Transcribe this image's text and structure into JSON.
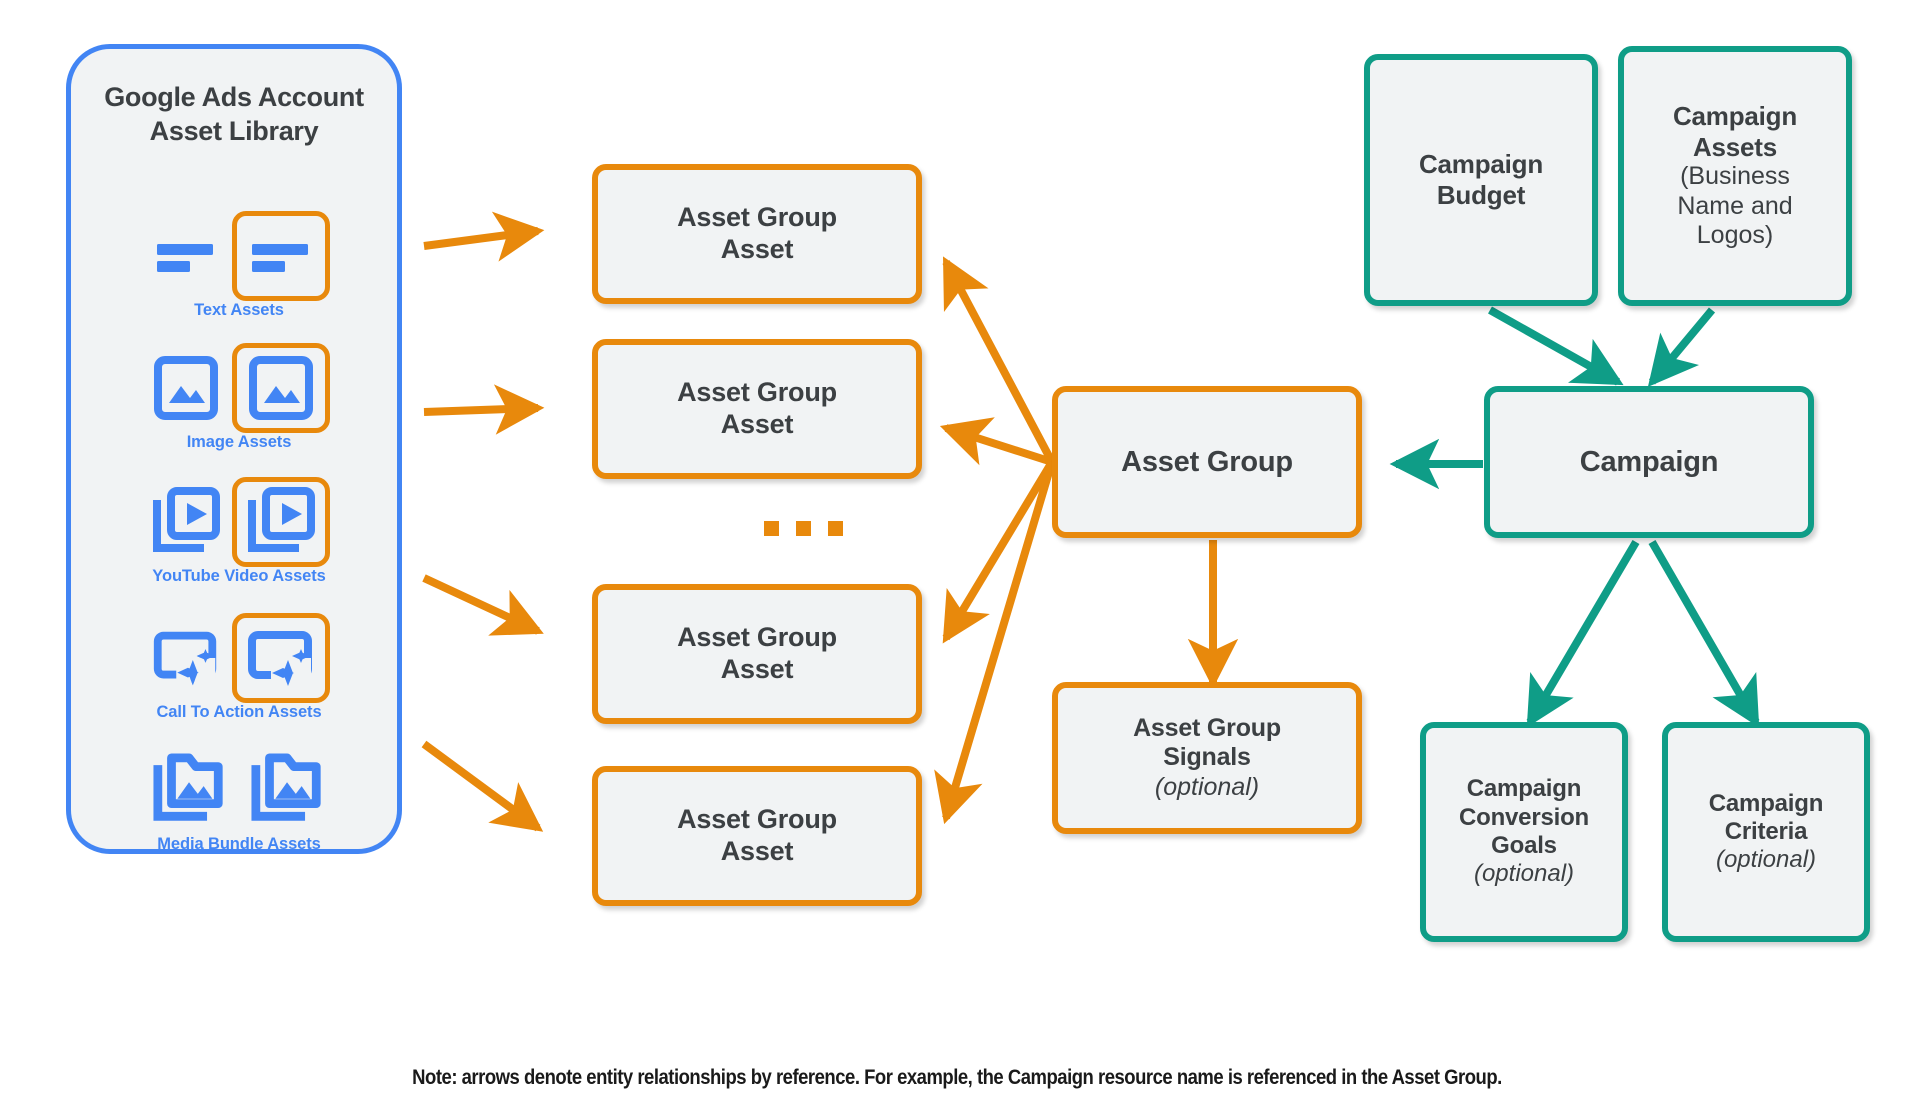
{
  "library": {
    "title_line1": "Google Ads Account",
    "title_line2": "Asset Library",
    "border_color": "#4285F4",
    "assets": [
      {
        "label": "Text Assets",
        "icon": "text-asset-icon"
      },
      {
        "label": "Image Assets",
        "icon": "image-asset-icon"
      },
      {
        "label": "YouTube Video  Assets",
        "icon": "youtube-video-asset-icon"
      },
      {
        "label": "Call To Action Assets",
        "icon": "call-to-action-asset-icon"
      },
      {
        "label": "Media Bundle  Assets",
        "icon": "media-bundle-asset-icon"
      }
    ]
  },
  "asset_group_assets": [
    {
      "line1": "Asset Group",
      "line2": "Asset"
    },
    {
      "line1": "Asset Group",
      "line2": "Asset"
    },
    {
      "line1": "Asset Group",
      "line2": "Asset"
    },
    {
      "line1": "Asset Group",
      "line2": "Asset"
    }
  ],
  "ellipsis": "...",
  "asset_group": {
    "label": "Asset Group"
  },
  "asset_group_signals": {
    "line1": "Asset Group",
    "line2": "Signals",
    "optional": "(optional)"
  },
  "campaign_budget": {
    "line1": "Campaign",
    "line2": "Budget"
  },
  "campaign_assets": {
    "line1": "Campaign",
    "line2": "Assets",
    "sub1": "(Business",
    "sub2": "Name and",
    "sub3": "Logos)"
  },
  "campaign": {
    "label": "Campaign"
  },
  "campaign_conversion_goals": {
    "line1": "Campaign",
    "line2": "Conversion",
    "line3": "Goals",
    "optional": "(optional)"
  },
  "campaign_criteria": {
    "line1": "Campaign",
    "line2": "Criteria",
    "optional": "(optional)"
  },
  "note": "Note: arrows denote entity relationships by reference. For example, the Campaign resource name is referenced in the Asset Group.",
  "colors": {
    "orange": "#E8890C",
    "teal": "#0F9D87",
    "blue": "#4285F4",
    "node_fill": "#F1F3F4",
    "text": "#3C4043"
  }
}
